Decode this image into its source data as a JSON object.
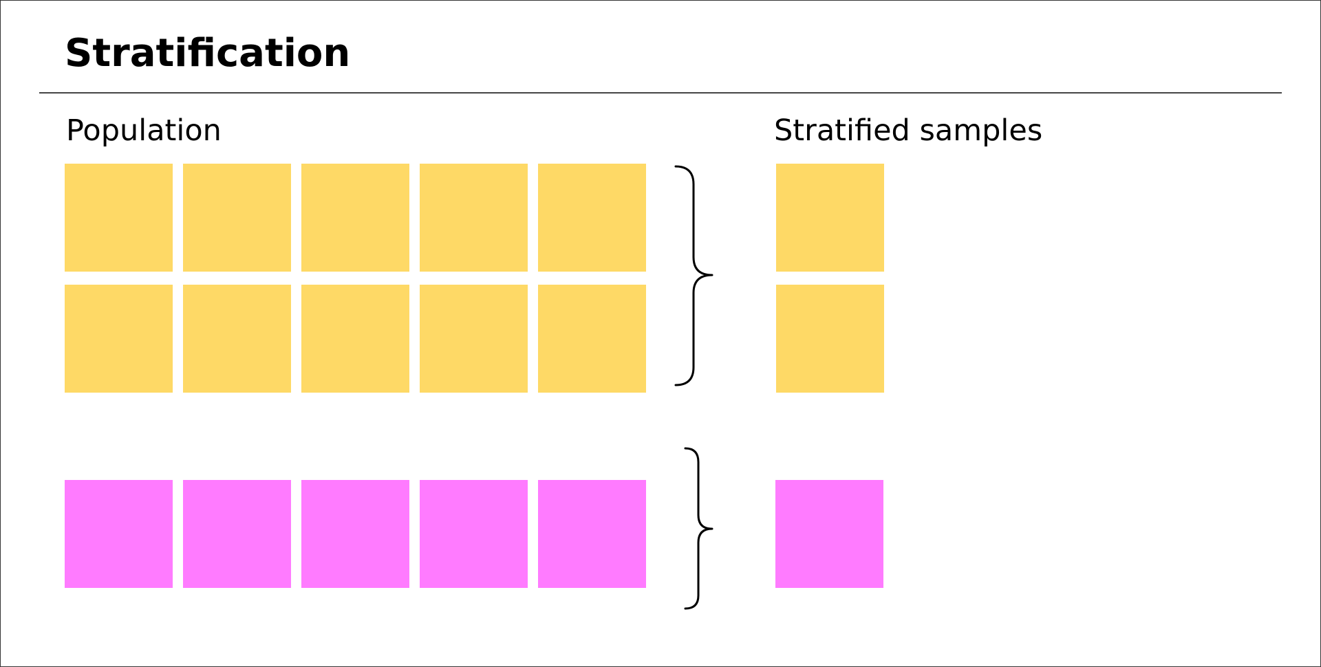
{
  "title": "Stratification",
  "labels": {
    "population": "Population",
    "samples": "Stratified samples"
  },
  "colors": {
    "stratum_a": "#FED966",
    "stratum_b": "#FF7BFF",
    "brace": "#000000",
    "rule": "#444444"
  },
  "population": {
    "stratum_a_count": 10,
    "stratum_b_count": 5
  },
  "samples": {
    "stratum_a_count": 2,
    "stratum_b_count": 1
  }
}
